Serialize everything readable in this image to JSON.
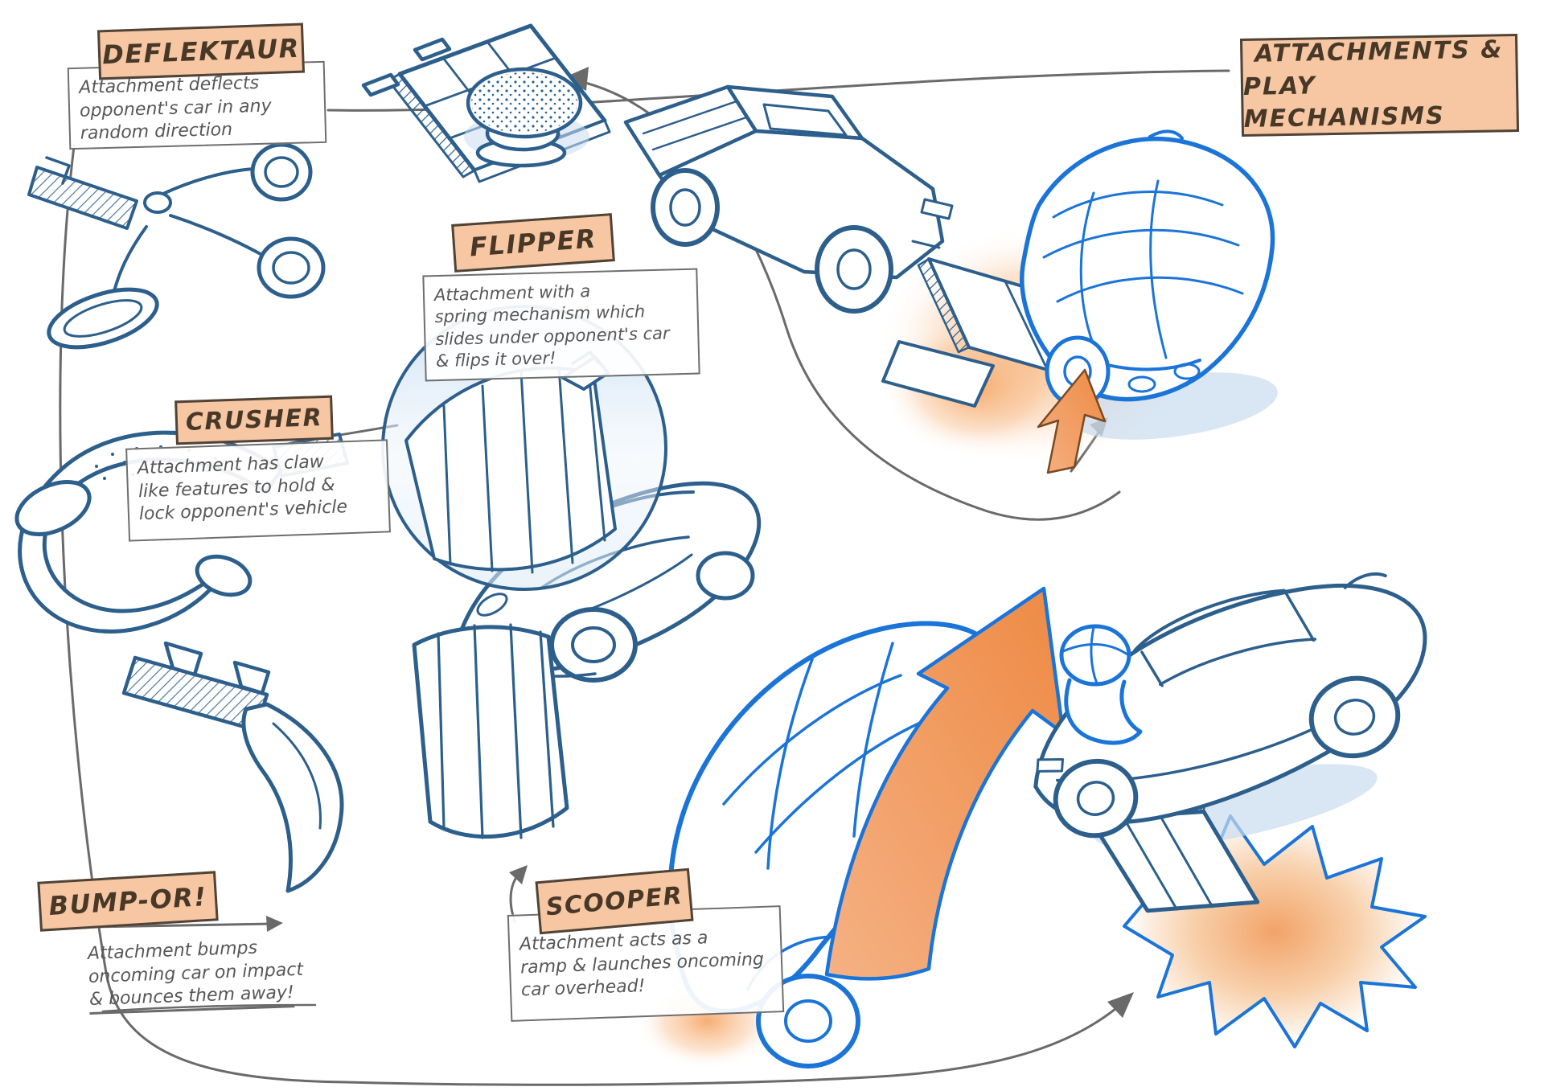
{
  "page": {
    "background": "#ffffff"
  },
  "title_box": {
    "lines": [
      "ATTACHMENTS &",
      "PLAY MECHANISMS"
    ]
  },
  "annotations": {
    "deflektaur": {
      "tag": "DEFLEKTAUR",
      "lines": [
        "Attachment deflects",
        "opponent's car in any",
        "random direction"
      ]
    },
    "flipper": {
      "tag": "FLIPPER",
      "lines": [
        "Attachment with a",
        "spring mechanism which",
        "slides under opponent's car",
        "& flips it over!"
      ]
    },
    "crusher": {
      "tag": "CRUSHER",
      "lines": [
        "Attachment has claw",
        "like features to hold &",
        "lock opponent's vehicle"
      ]
    },
    "bump_or": {
      "tag": "BUMP-OR!",
      "lines": [
        "Attachment bumps",
        "oncoming car on impact",
        "& bounces them away!"
      ]
    },
    "scooper": {
      "tag": "SCOOPER",
      "lines": [
        "Attachment acts as a",
        "ramp & launches oncoming",
        "car overhead!"
      ]
    }
  },
  "colors": {
    "tag_fill": "#f6c7a2",
    "tag_border": "#4f4338",
    "tag_text": "#483828",
    "note_border": "#6e6e6e",
    "handwriting_gray": "#575757",
    "ink_dark_blue": "#2d5f8c",
    "ink_bright_blue": "#1b74d8",
    "arrow_orange": "#ef8b48",
    "impact_glow_orange": "#f6a96b",
    "connector_gray": "#6a6a6a",
    "bubble_blue": "#c9e0f3"
  }
}
